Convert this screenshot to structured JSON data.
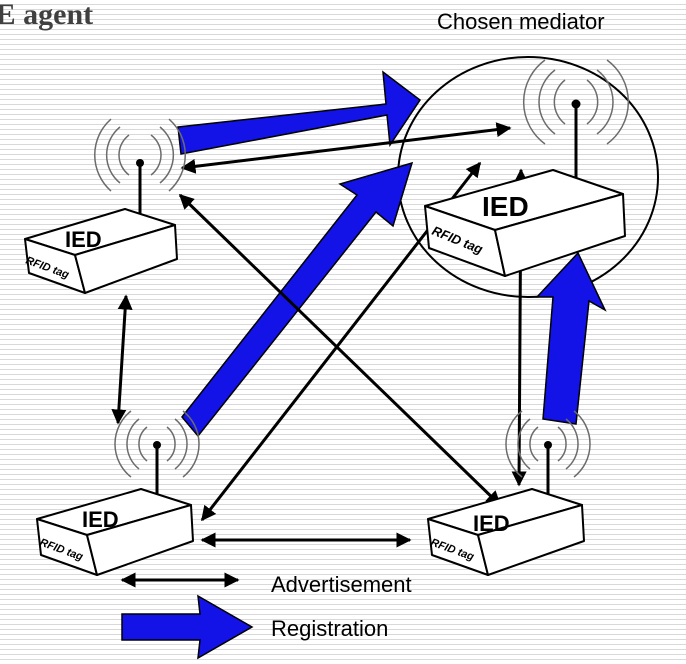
{
  "title": "IE agent",
  "mediator_label": "Chosen mediator",
  "nodes": [
    {
      "label": "IED",
      "tag": "RFID tag"
    },
    {
      "label": "IED",
      "tag": "RFID tag"
    },
    {
      "label": "IED",
      "tag": "RFID tag"
    },
    {
      "label": "IED",
      "tag": "RFID tag"
    }
  ],
  "legend": {
    "advertisement": "Advertisement",
    "registration": "Registration"
  },
  "colors": {
    "registration_arrow": "#1313e8",
    "advertisement_arrow": "#000000"
  }
}
